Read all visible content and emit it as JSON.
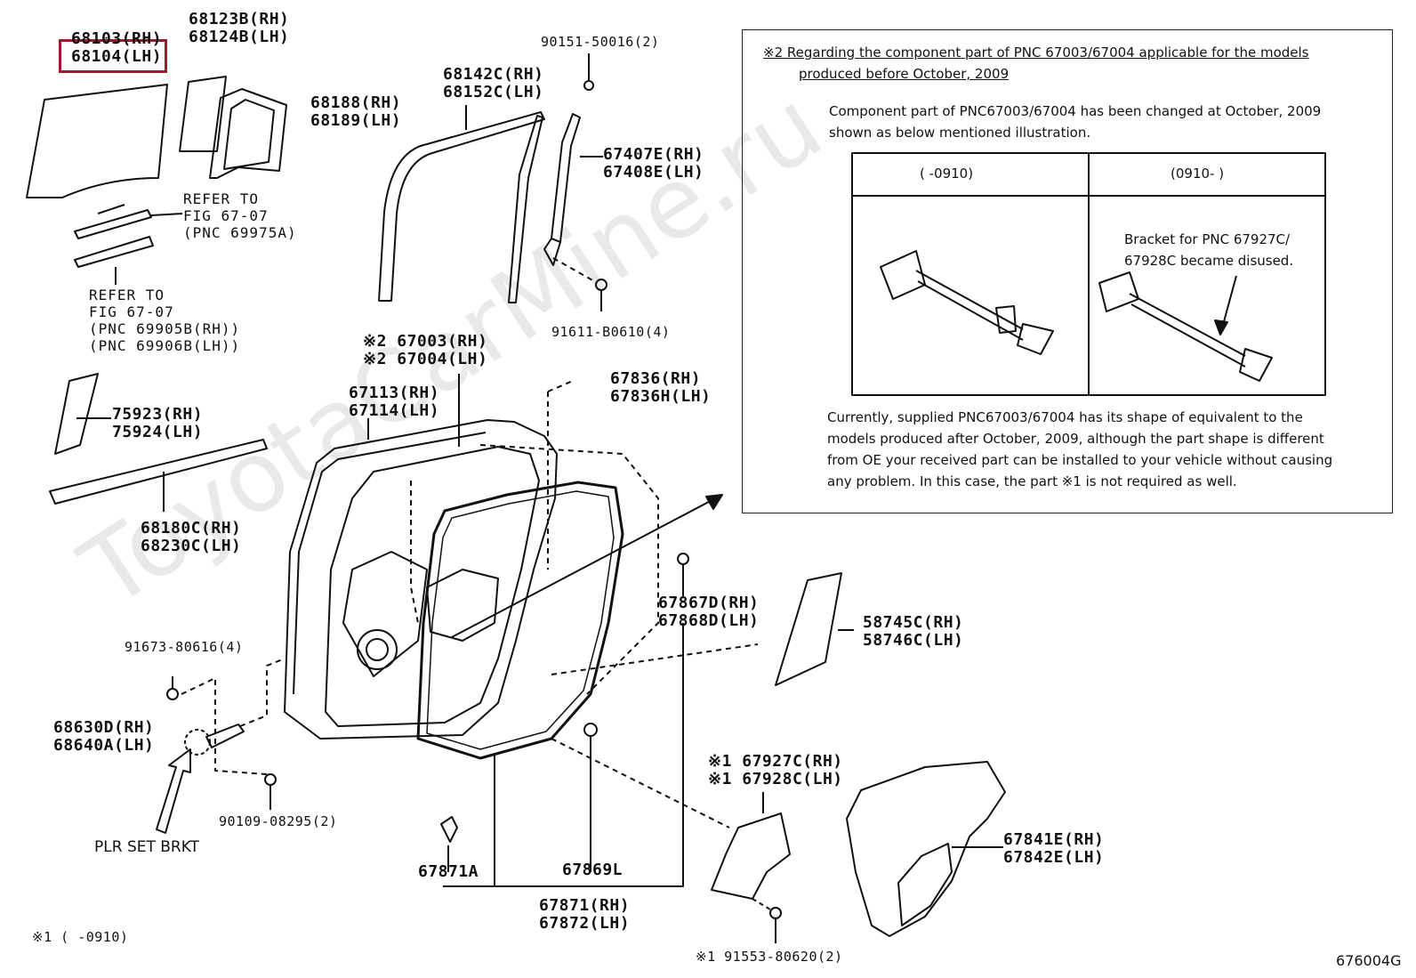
{
  "watermark": "ToyotaCarMine.ru",
  "labels": [
    {
      "id": "l68103",
      "lines": [
        "68103(RH)",
        "68104(LH)"
      ]
    },
    {
      "id": "l68123",
      "lines": [
        "68123B(RH)",
        "68124B(LH)"
      ]
    },
    {
      "id": "l68188",
      "lines": [
        "68188(RH)",
        "68189(LH)"
      ]
    },
    {
      "id": "l68142",
      "lines": [
        "68142C(RH)",
        "68152C(LH)"
      ]
    },
    {
      "id": "l67407",
      "lines": [
        "67407E(RH)",
        "67408E(LH)"
      ]
    },
    {
      "id": "l67003",
      "lines": [
        "※2 67003(RH)",
        "※2 67004(LH)"
      ]
    },
    {
      "id": "l67113",
      "lines": [
        "67113(RH)",
        "67114(LH)"
      ]
    },
    {
      "id": "l67836",
      "lines": [
        "67836(RH)",
        "67836H(LH)"
      ]
    },
    {
      "id": "l75923",
      "lines": [
        "75923(RH)",
        "75924(LH)"
      ]
    },
    {
      "id": "l68180",
      "lines": [
        "68180C(RH)",
        "68230C(LH)"
      ]
    },
    {
      "id": "l67867",
      "lines": [
        "67867D(RH)",
        "67868D(LH)"
      ]
    },
    {
      "id": "l58745",
      "lines": [
        "58745C(RH)",
        "58746C(LH)"
      ]
    },
    {
      "id": "l68630",
      "lines": [
        "68630D(RH)",
        "68640A(LH)"
      ]
    },
    {
      "id": "l67927",
      "lines": [
        "※1 67927C(RH)",
        "※1 67928C(LH)"
      ]
    },
    {
      "id": "l67841",
      "lines": [
        "67841E(RH)",
        "67842E(LH)"
      ]
    },
    {
      "id": "l67871",
      "lines": [
        "67871(RH)",
        "67872(LH)"
      ]
    },
    {
      "id": "l67871A",
      "lines": [
        "67871A"
      ]
    },
    {
      "id": "l67869L",
      "lines": [
        "67869L"
      ]
    }
  ],
  "refs": {
    "ref1": [
      "REFER TO",
      "FIG 67-07",
      "(PNC 69975A)"
    ],
    "ref2": [
      "REFER TO",
      "FIG 67-07",
      "(PNC 69905B(RH))",
      "(PNC 69906B(LH))"
    ]
  },
  "bolts": {
    "b90151": "90151-50016(2)",
    "b91611": "91611-B0610(4)",
    "b91673": "91673-80616(4)",
    "b90109": "90109-08295(2)",
    "b91553": "※1 91553-80620(2)"
  },
  "plr": "PLR SET BRKT",
  "footnote": "※1 (    -0910)",
  "figure_code": "676004G",
  "highlighted": "68104(LH)",
  "note": {
    "heading_1": "※2  Regarding the component part of PNC 67003/67004 applicable for the models",
    "heading_2": "produced before October, 2009",
    "intro_1": "Component part of PNC67003/67004 has been changed at October, 2009",
    "intro_2": "shown as below mentioned illustration.",
    "col_left": "(        -0910)",
    "col_right": "(0910-        )",
    "bracket_1": "Bracket for PNC 67927C/",
    "bracket_2": "67928C became disused.",
    "body_1": "Currently, supplied PNC67003/67004 has its shape of equivalent to the",
    "body_2": "models produced after October, 2009, although the part shape is different",
    "body_3": "from OE your received part can be installed to your vehicle without causing",
    "body_4": "any problem. In this case, the part ※1 is not required as well."
  }
}
